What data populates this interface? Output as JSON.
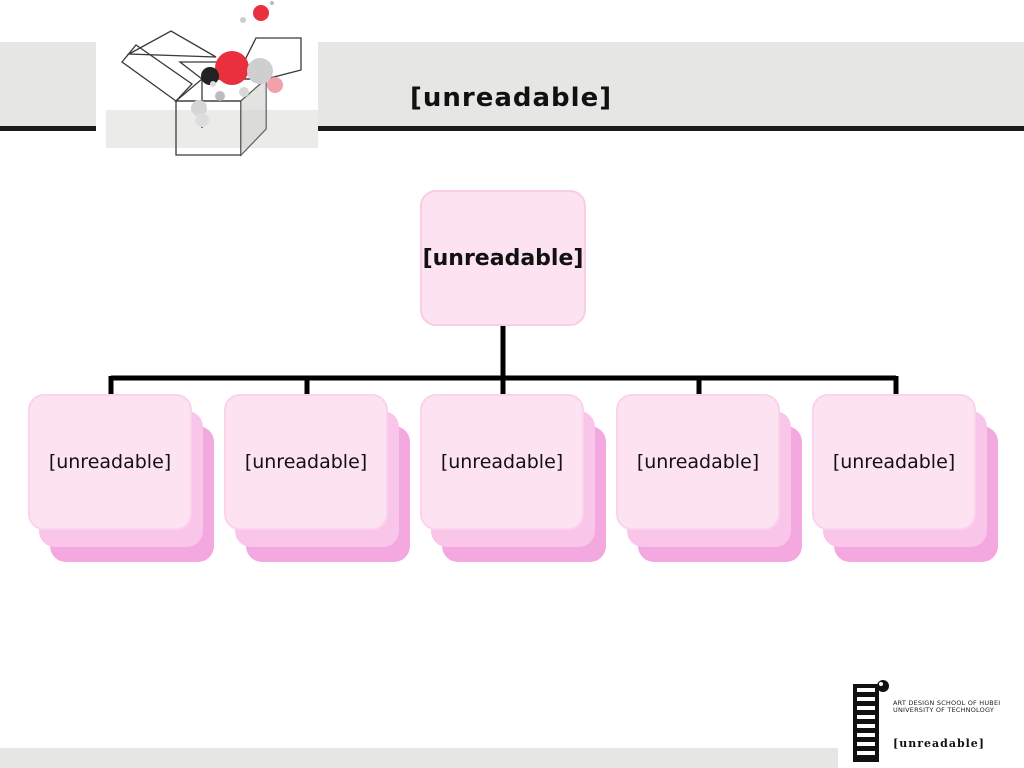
{
  "slide": {
    "title": "[unreadable]"
  },
  "diagram": {
    "root": {
      "label": "[unreadable]"
    },
    "children": [
      {
        "label": "[unreadable]"
      },
      {
        "label": "[unreadable]"
      },
      {
        "label": "[unreadable]"
      },
      {
        "label": "[unreadable]"
      },
      {
        "label": "[unreadable]"
      }
    ]
  },
  "footer": {
    "school_name_en": "ART DESIGN SCHOOL OF HUBEI UNIVERSITY OF TECHNOLOGY",
    "school_name_cn": "[unreadable]"
  },
  "colors": {
    "node_fill": "#fde2f2",
    "shadow_light": "#f9c6ea",
    "shadow_dark": "#f4a8e0",
    "accent_red": "#e8303e",
    "header_band": "#e6e6e4",
    "connector": "#000000"
  },
  "icons": {
    "header_logo": "open-box-with-dots-icon",
    "school_logo": "ladder-building-icon"
  }
}
